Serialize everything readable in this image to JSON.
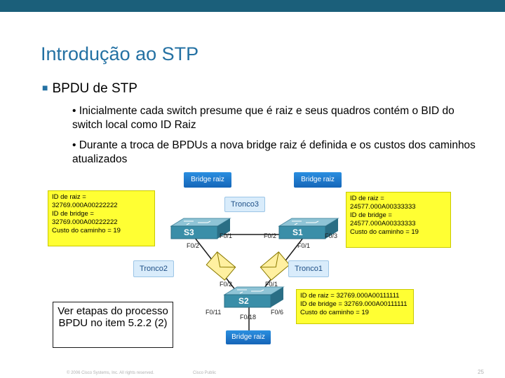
{
  "slide": {
    "title": "Introdução ao STP",
    "bullet": "BPDU de STP",
    "sub_bullets": [
      "• Inicialmente cada switch presume que é raiz e seus quadros contém o BID do switch local como ID Raiz",
      "• Durante a troca de BPDUs a nova bridge raiz é definida e os custos dos caminhos atualizados"
    ]
  },
  "diagram": {
    "bridge_labels": {
      "left": "Bridge raiz",
      "right": "Bridge raiz",
      "bottom": "Bridge raiz"
    },
    "info_boxes": {
      "left": "ID de raiz =\n32769.000A00222222\nID de bridge =\n32769.000A00222222\nCusto do caminho = 19",
      "right": "ID de raiz =\n24577.000A00333333\nID de bridge =\n24577.000A00333333\nCusto do caminho = 19",
      "bottom": "ID de raiz = 32769.000A00111111\nID de bridge = 32769.000A00111111\nCusto do caminho = 19"
    },
    "trunks": {
      "t3": "Tronco3",
      "t2": "Tronco2",
      "t1": "Tronco1"
    },
    "switches": {
      "s3": "S3",
      "s1": "S1",
      "s2": "S2"
    },
    "ports": {
      "s3_f01": "F0/1",
      "s3_f02": "F0/2",
      "s1_f02": "F0/2",
      "s1_f03": "F0/3",
      "s1_f01": "F0/1",
      "s2_f02": "F0/2",
      "s2_f01": "F0/1",
      "s2_f011": "F0/11",
      "s2_f018": "F0/18",
      "s2_f06": "F0/6"
    },
    "callout": "Ver etapas do processo BPDU no item 5.2.2 (2)",
    "colors": {
      "info_box": "#ffff33",
      "bridge_label": "#1e78cf",
      "trunk": "#d9ecfb",
      "switch": "#3a8ea8"
    },
    "icons": [
      "switch-icon",
      "bpdu-envelope-icon"
    ]
  },
  "footer": {
    "copyright": "© 2006 Cisco Systems, Inc. All rights reserved.",
    "classification": "Cisco Public",
    "page": "25"
  }
}
